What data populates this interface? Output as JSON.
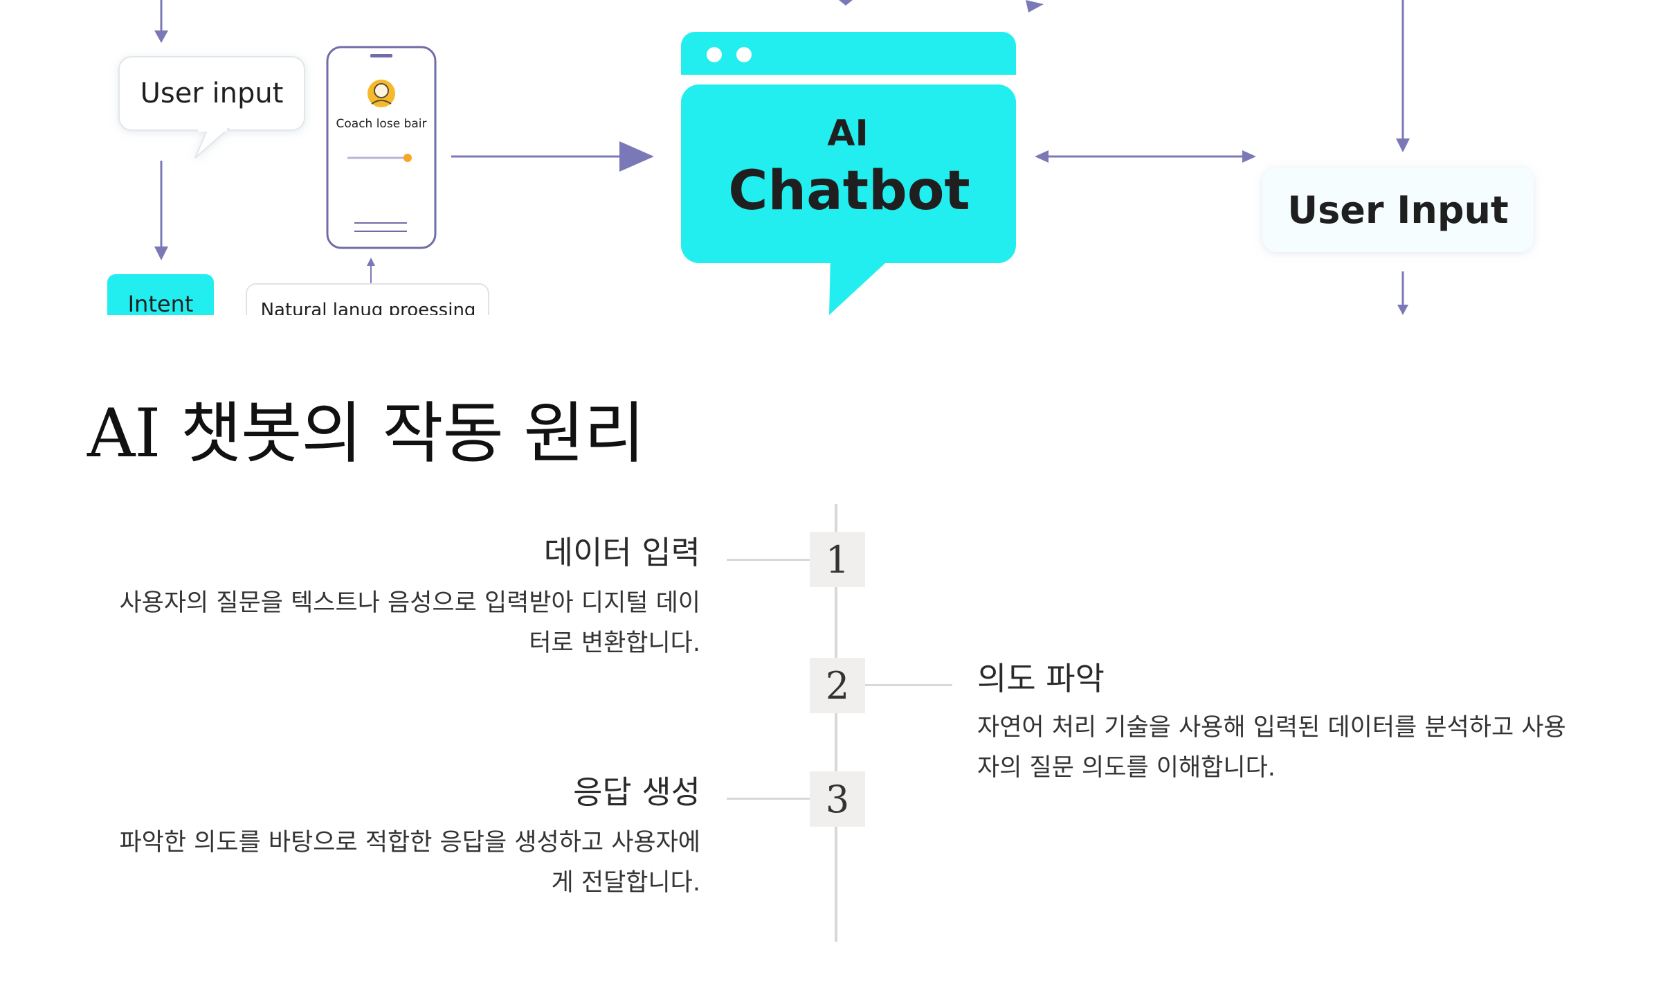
{
  "banner": {
    "user_input_bubble": "User input",
    "phone_caption": "Coach lose bair",
    "intent_label": "Intent",
    "nlp_label": "Natural lanug proessing",
    "chatbot_line1": "AI",
    "chatbot_line2": "Chatbot",
    "user_input_right": "User Input"
  },
  "colors": {
    "cyan": "#22eef0",
    "arrow": "#7b78b8",
    "phone_border": "#6f6ca8",
    "dot": "#f5a623"
  },
  "page": {
    "title": "AI 챗봇의 작동 원리"
  },
  "steps": [
    {
      "number": "1",
      "title": "데이터 입력",
      "description": "사용자의 질문을 텍스트나 음성으로 입력받아 디지털 데이터로 변환합니다."
    },
    {
      "number": "2",
      "title": "의도 파악",
      "description": "자연어 처리 기술을 사용해 입력된 데이터를 분석하고 사용자의 질문 의도를 이해합니다."
    },
    {
      "number": "3",
      "title": "응답 생성",
      "description": "파악한 의도를 바탕으로 적합한 응답을 생성하고 사용자에게 전달합니다."
    }
  ]
}
